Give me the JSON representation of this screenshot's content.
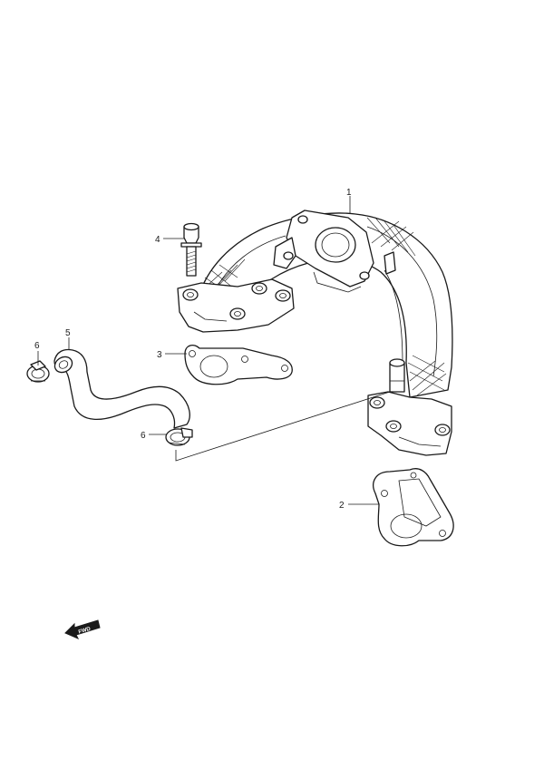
{
  "diagram": {
    "callouts": [
      {
        "id": "1"
      },
      {
        "id": "2"
      },
      {
        "id": "3"
      },
      {
        "id": "4"
      },
      {
        "id": "5"
      },
      {
        "id": "6"
      },
      {
        "id": "6"
      }
    ],
    "direction_badge": {
      "text": "FWD"
    }
  }
}
